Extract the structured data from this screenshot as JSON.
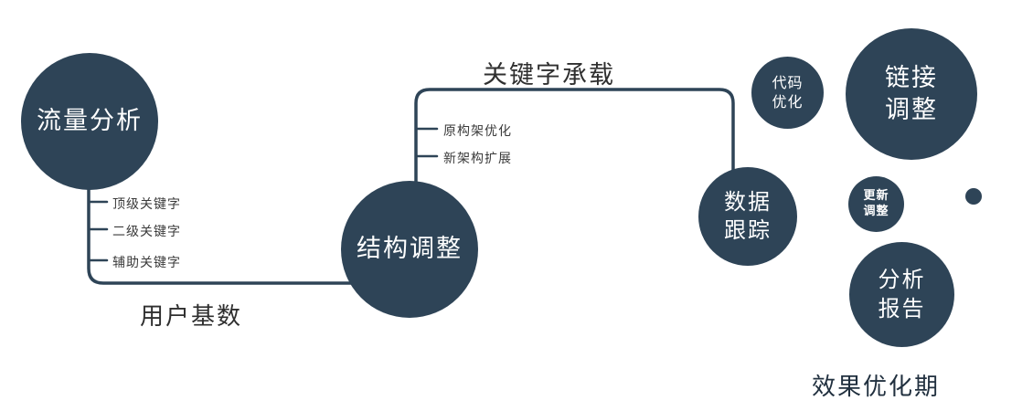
{
  "colors": {
    "node_fill": "#2e4457",
    "connector": "#2e4457",
    "node_text": "#ffffff",
    "branch_text": "#3a3a3a",
    "edge_label_text": "#2f2f2f"
  },
  "nodes": {
    "traffic_analysis": {
      "label": "流量分析"
    },
    "structure_adjustment": {
      "label": "结构调整"
    },
    "data_tracking": {
      "label_line1": "数据",
      "label_line2": "跟踪"
    },
    "code_optimization": {
      "label_line1": "代码",
      "label_line2": "优化"
    },
    "link_adjustment": {
      "label_line1": "链接",
      "label_line2": "调整"
    },
    "update_adjustment": {
      "label_line1": "更新",
      "label_line2": "调整"
    },
    "analysis_report": {
      "label_line1": "分析",
      "label_line2": "报告"
    }
  },
  "edge_labels": {
    "user_base": "用户基数",
    "keyword_carrying": "关键字承载"
  },
  "branches": {
    "left": [
      "顶级关键字",
      "二级关键字",
      "辅助关键字"
    ],
    "right": [
      "原构架优化",
      "新架构扩展"
    ]
  },
  "footer_label": "效果优化期"
}
